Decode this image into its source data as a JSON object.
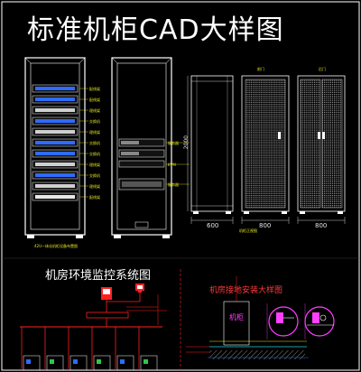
{
  "title": "标准机柜CAD大样图",
  "monitor_title": "机房环境监控系统图",
  "floor_title": "机房接地安装大样图",
  "front_door_caption": "前门",
  "rear_door_caption": "后门",
  "rack_caption": "42U一体化机柜设备布置图",
  "rack_labels": [
    "配线架",
    "配线架",
    "理线架",
    "交换机",
    "理线架",
    "交换机",
    "交换机",
    "理线架",
    "交换机",
    "理线架",
    "配线架"
  ],
  "rear_labels": [
    "服务器",
    "KVM",
    "服务器"
  ],
  "elevation_caption": "机柜正视图",
  "dim_width": "800",
  "dim_side": "600",
  "dim_height": "2000",
  "floor_room_label": "机柜",
  "colors": {
    "background": "#000000",
    "line": "#ffffff",
    "red": "#ff2020",
    "yellow": "#e6e61e",
    "magenta": "#ff40ff",
    "cyan": "#22d3e6",
    "green": "#2ec94a",
    "blue": "#2e6bff"
  },
  "icons": [
    "server-icon",
    "computer-icon",
    "ground-clamp-icon"
  ]
}
